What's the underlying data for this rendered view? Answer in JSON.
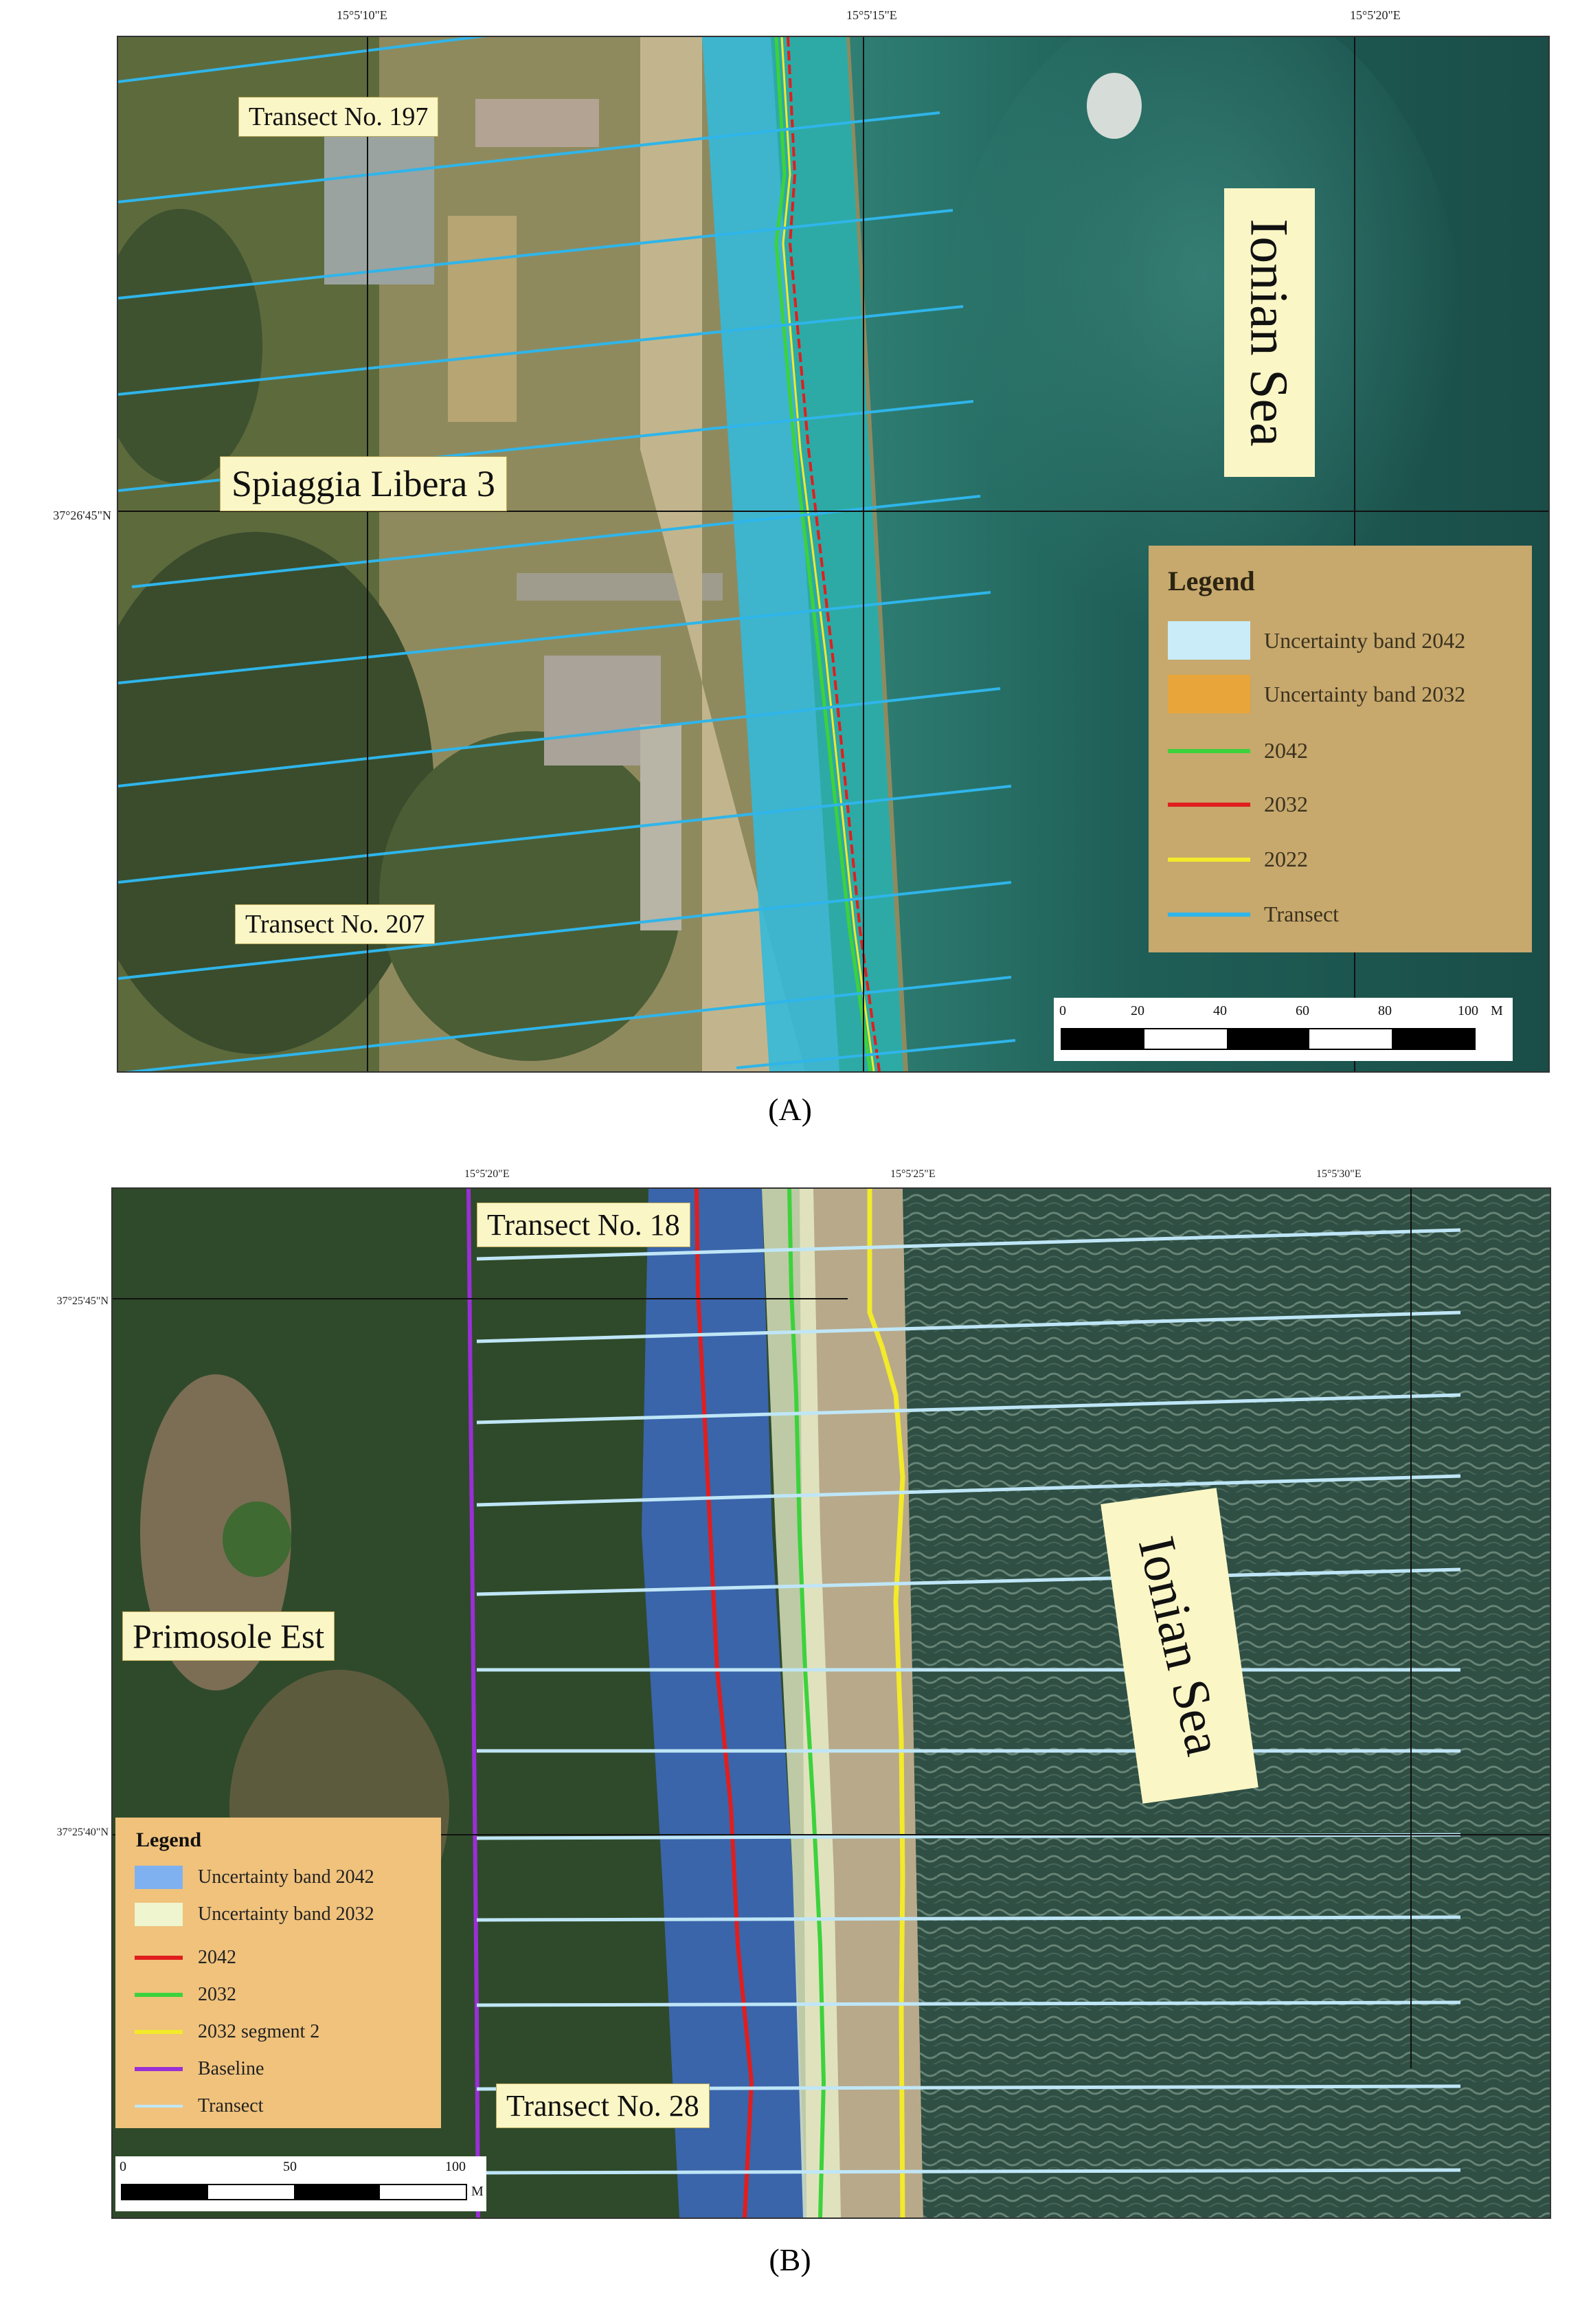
{
  "panelA": {
    "caption": "(A)",
    "coords_top": [
      "15°5'10\"E",
      "15°5'15\"E",
      "15°5'20\"E"
    ],
    "coord_left": "37°26'45\"N",
    "labels": {
      "transect_top": "Transect No. 197",
      "transect_bottom": "Transect No. 207",
      "place": "Spiaggia Libera 3",
      "sea": "Ionian Sea"
    },
    "legend": {
      "title": "Legend",
      "items": [
        {
          "label": "Uncertainty band 2042",
          "kind": "fill",
          "color": "#c9ecf8"
        },
        {
          "label": "Uncertainty band 2032",
          "kind": "fill",
          "color": "#e8a53a"
        },
        {
          "label": "2042",
          "kind": "line",
          "color": "#3cd23c"
        },
        {
          "label": "2032",
          "kind": "line",
          "color": "#e01e1e"
        },
        {
          "label": "2022",
          "kind": "line",
          "color": "#f2ea2a"
        },
        {
          "label": "Transect",
          "kind": "line",
          "color": "#2fb5ea"
        }
      ]
    },
    "scale": {
      "ticks": [
        "0",
        "20",
        "40",
        "60",
        "80",
        "100"
      ],
      "unit": "M"
    }
  },
  "panelB": {
    "caption": "(B)",
    "coords_top": [
      "15°5'20\"E",
      "15°5'25\"E",
      "15°5'30\"E"
    ],
    "coords_left": [
      "37°25'45\"N",
      "37°25'40\"N"
    ],
    "labels": {
      "transect_top": "Transect No. 18",
      "transect_bottom": "Transect No. 28",
      "place": "Primosole Est",
      "sea": "Ionian Sea"
    },
    "legend": {
      "title": "Legend",
      "items": [
        {
          "label": "Uncertainty band 2042",
          "kind": "fill",
          "color": "#7fb1f0"
        },
        {
          "label": "Uncertainty band 2032",
          "kind": "fill",
          "color": "#eef5cf"
        },
        {
          "label": "2042",
          "kind": "line",
          "color": "#e01e1e"
        },
        {
          "label": "2032",
          "kind": "line",
          "color": "#3cd23c"
        },
        {
          "label": "2032 segment 2",
          "kind": "line",
          "color": "#f2ea2a"
        },
        {
          "label": "Baseline",
          "kind": "line",
          "color": "#9a2fd6"
        },
        {
          "label": "Transect",
          "kind": "line",
          "color": "#bfe6f7"
        }
      ]
    },
    "scale": {
      "ticks": [
        "0",
        "50",
        "100"
      ],
      "unit": "M"
    }
  }
}
